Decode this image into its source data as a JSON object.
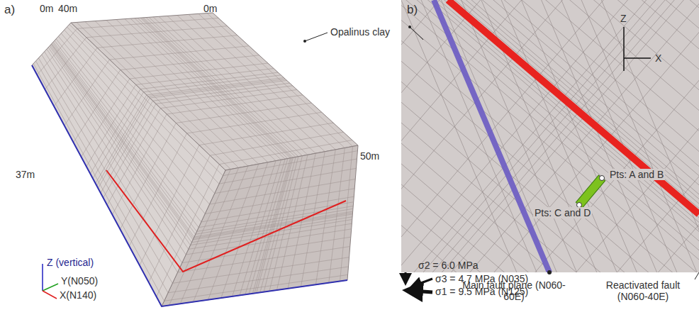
{
  "diagram": {
    "labels": [
      "a)",
      "0m",
      "40m",
      "0m",
      "Opalinus clay",
      "37m",
      "50m",
      "Z (vertical)",
      "Y(N050)",
      "X(N140)",
      "σ2 = 6.0 MPa",
      "σ3 = 4.7 MPa (N035)",
      "σ1 = 9.5 MPa (N125)",
      "b)",
      "Z",
      "X",
      "Pts: A and B",
      "Pts: C and D",
      "Main fault plane (N060-60E)",
      "Reactivated fault (N060-40E)"
    ]
  }
}
